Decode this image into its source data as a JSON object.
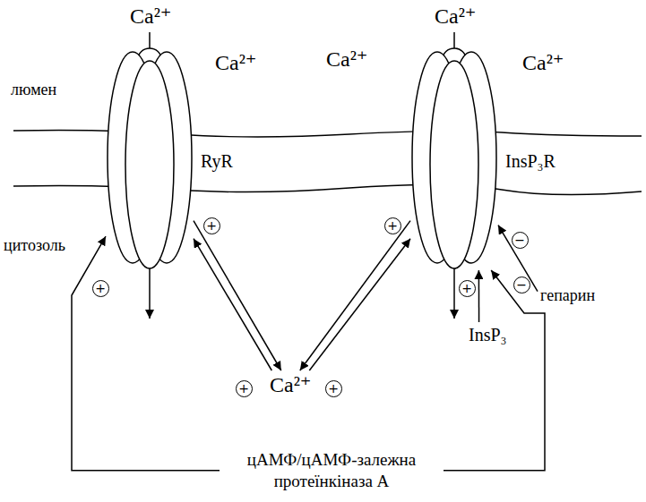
{
  "diagram": {
    "nodes": [
      {
        "text": [
          "RyR"
        ]
      },
      {
        "text": [
          "InsP₃R"
        ]
      },
      {
        "text": [
          "Ca²⁺"
        ]
      },
      {
        "text": [
          "гепарин"
        ]
      },
      {
        "text": [
          "InsP₃"
        ]
      },
      {
        "text": [
          "цАМФ/цАМФ-залежна протеїнкіназа А"
        ]
      }
    ],
    "edges": [
      {
        "from": 2,
        "to": 0,
        "arrow": "to"
      },
      {
        "from": 0,
        "to": 2,
        "arrow": "to"
      },
      {
        "from": 2,
        "to": 1,
        "arrow": "to"
      },
      {
        "from": 1,
        "to": 2,
        "arrow": "to"
      },
      {
        "from": 3,
        "to": 1,
        "arrow": "to"
      },
      {
        "from": 4,
        "to": 1,
        "arrow": "to"
      },
      {
        "from": 5,
        "to": 0,
        "arrow": "to"
      },
      {
        "from": 5,
        "to": 1,
        "arrow": "to"
      }
    ],
    "labels": [
      "Ca²⁺",
      "Ca²⁺",
      "Ca²⁺",
      "Ca²⁺",
      "Ca²⁺",
      "люмен",
      "цитозоль",
      "+",
      "+",
      "+",
      "+",
      "+",
      "+",
      "−",
      "−"
    ]
  }
}
